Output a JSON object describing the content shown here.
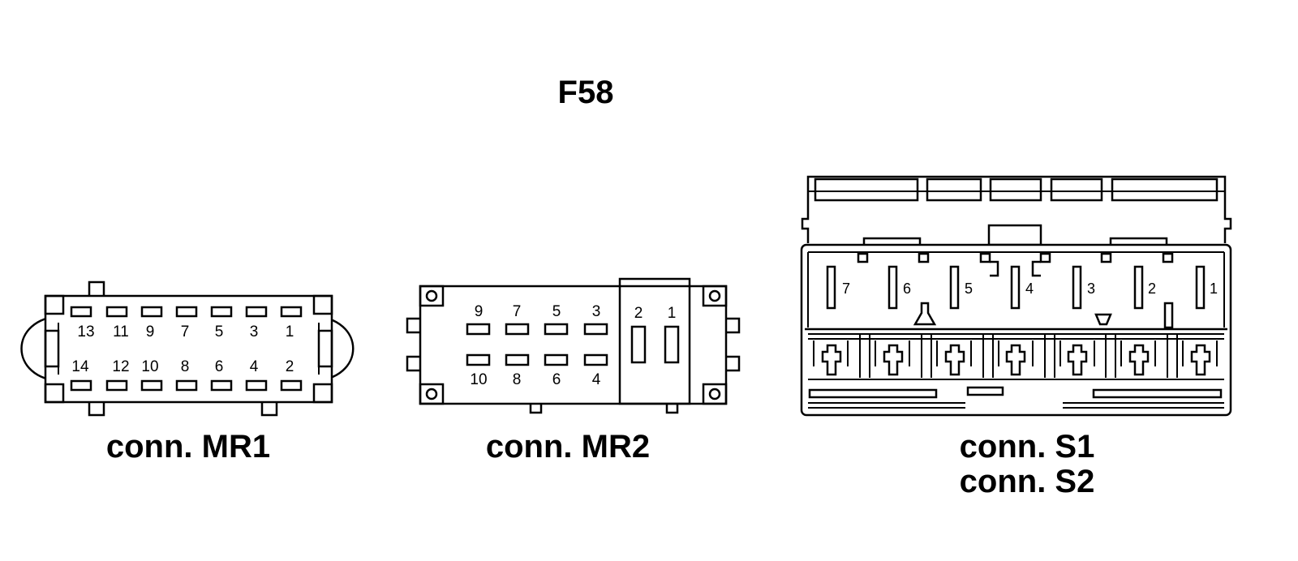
{
  "title": "F58",
  "connectors": [
    {
      "id": "mr1",
      "label": "conn. MR1",
      "pins_top": [
        "13",
        "11",
        "9",
        "7",
        "5",
        "3",
        "1"
      ],
      "pins_bottom": [
        "14",
        "12",
        "10",
        "8",
        "6",
        "4",
        "2"
      ]
    },
    {
      "id": "mr2",
      "label": "conn. MR2",
      "pins_top": [
        "9",
        "7",
        "5",
        "3"
      ],
      "pins_bottom": [
        "10",
        "8",
        "6",
        "4"
      ],
      "pins_side": [
        "2",
        "1"
      ]
    },
    {
      "id": "s1s2",
      "label_line1": "conn. S1",
      "label_line2": "conn. S2",
      "pins": [
        "7",
        "6",
        "5",
        "4",
        "3",
        "2",
        "1"
      ]
    }
  ]
}
